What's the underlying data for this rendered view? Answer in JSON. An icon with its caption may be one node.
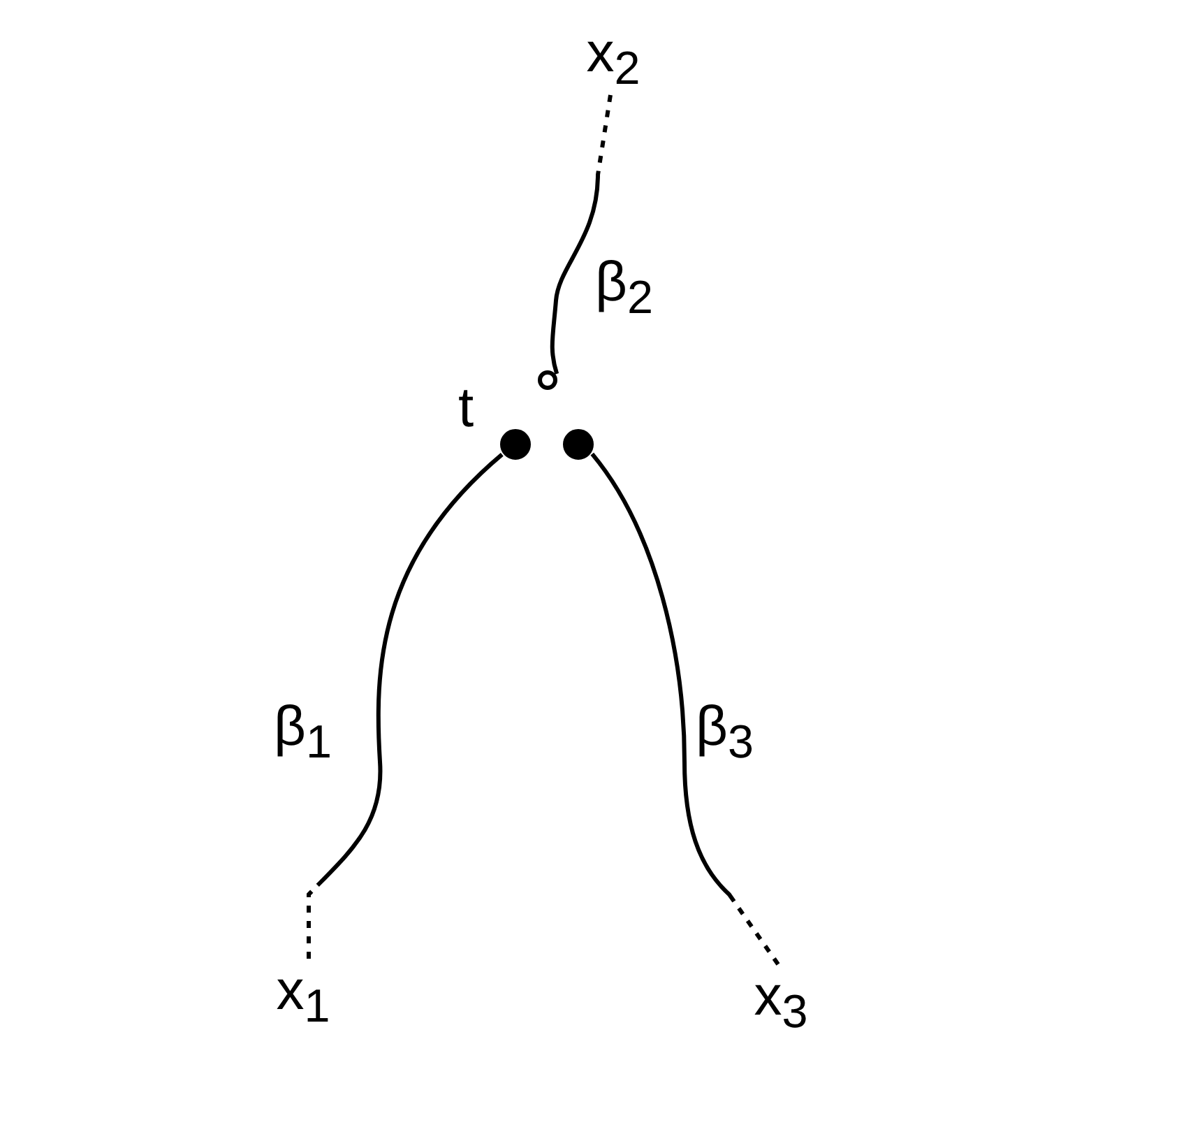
{
  "diagram": {
    "nodes": [
      {
        "text": [
          "x$_{2}$"
        ]
      },
      {
        "text": [],
        "shape": "circle"
      },
      {
        "text": [],
        "shape": "circle",
        "beside": [
          "t"
        ]
      },
      {
        "text": [],
        "shape": "circle"
      },
      {
        "text": [
          "x$_{1}$"
        ]
      },
      {
        "text": [
          "x$_{3}$"
        ]
      }
    ],
    "edges": [
      {
        "from": 0,
        "to": 1,
        "arrow": "none",
        "label": "β$_{2}$"
      },
      {
        "from": 4,
        "to": 2,
        "arrow": "none",
        "label": "β$_{1}$"
      },
      {
        "from": 5,
        "to": 3,
        "arrow": "none",
        "label": "β$_{3}$"
      }
    ]
  }
}
